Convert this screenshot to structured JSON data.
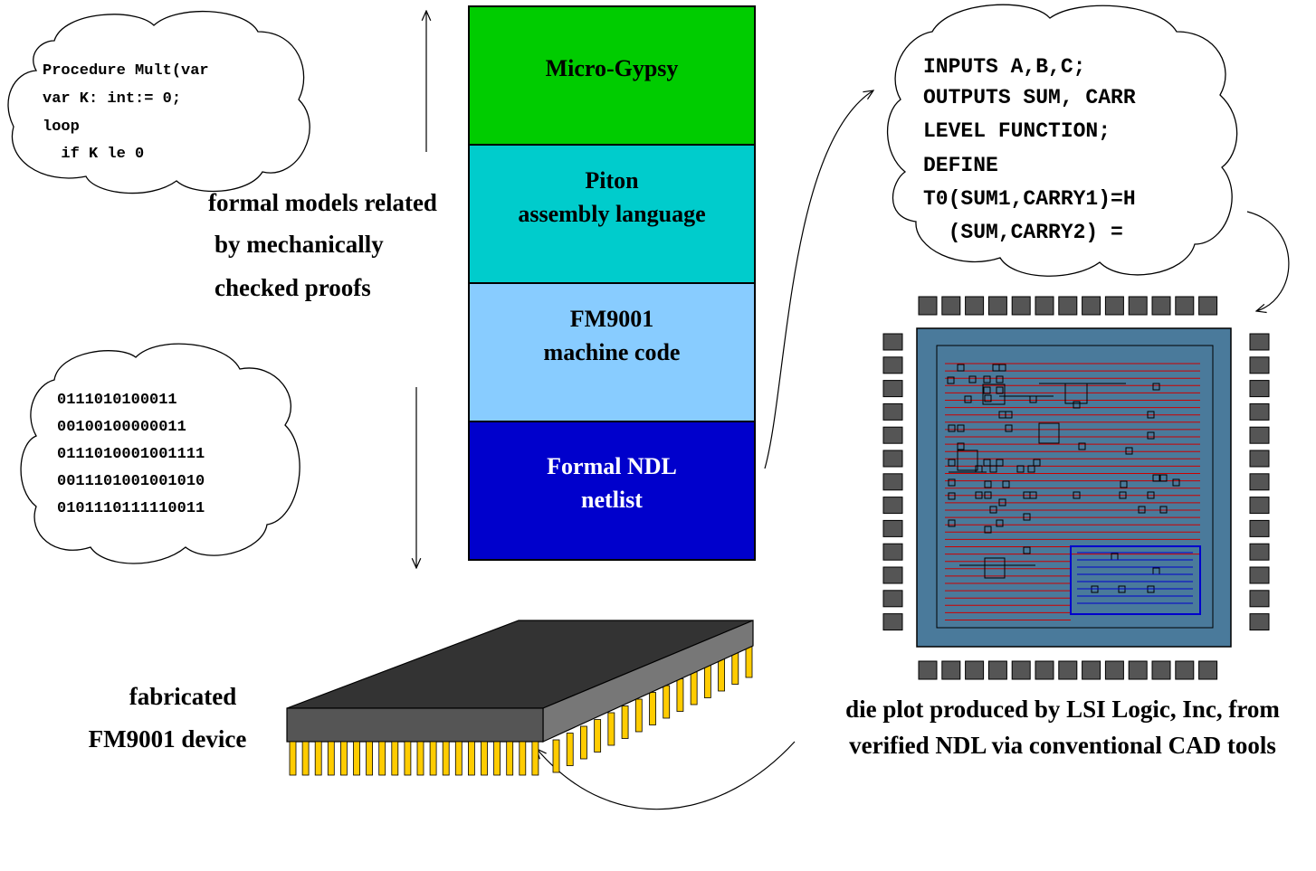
{
  "layers": [
    {
      "lines": [
        "Micro-Gypsy"
      ],
      "fill": "#00cc00",
      "text_color": "#000000"
    },
    {
      "lines": [
        "Piton",
        "assembly language"
      ],
      "fill": "#00cccc",
      "text_color": "#000000"
    },
    {
      "lines": [
        "FM9001",
        "machine code"
      ],
      "fill": "#88ccff",
      "text_color": "#000000"
    },
    {
      "lines": [
        "Formal NDL",
        "netlist"
      ],
      "fill": "#0000cc",
      "text_color": "#ffffff"
    }
  ],
  "proofs_caption": [
    "formal models related",
    "by mechanically",
    "checked proofs"
  ],
  "code_cloud": [
    "Procedure Mult(var",
    "var K: int:= 0;",
    "loop",
    "  if K le 0"
  ],
  "binary_cloud": [
    "0111010100011",
    "00100100000011",
    "0111010001001111",
    "0011101001001010",
    "0101110111110011"
  ],
  "ndl_cloud": [
    "INPUTS A,B,C;",
    "OUTPUTS SUM, CARR",
    "LEVEL FUNCTION;",
    "DEFINE",
    "T0(SUM1,CARRY1)=H",
    "  (SUM,CARRY2) ="
  ],
  "device_caption": [
    "fabricated",
    "FM9001 device"
  ],
  "die_caption": [
    "die plot produced by LSI Logic, Inc, from",
    "verified NDL via conventional CAD tools"
  ],
  "colors": {
    "die_outer": "#4a7a9b",
    "die_wire": "#cc0000",
    "die_block": "#0000cc",
    "pad": "#555555",
    "chip_top": "#333333",
    "chip_side": "#777777",
    "chip_front": "#555555",
    "pin": "#ffcc00"
  }
}
